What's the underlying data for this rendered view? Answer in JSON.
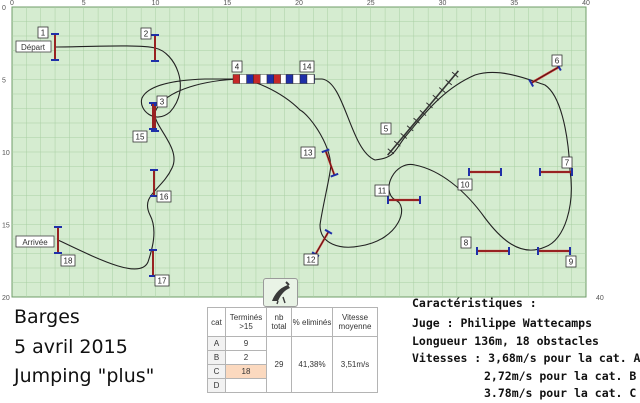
{
  "course": {
    "axis_x_ticks": [
      "0",
      "5",
      "10",
      "15",
      "20",
      "25",
      "30",
      "35",
      "40"
    ],
    "axis_y_ticks": [
      "0",
      "5",
      "10",
      "15",
      "20"
    ],
    "start_label": "Départ",
    "finish_label": "Arrivée",
    "obstacles": [
      {
        "num": "1",
        "type": "vertical"
      },
      {
        "num": "2",
        "type": "vertical"
      },
      {
        "num": "3",
        "type": "vertical"
      },
      {
        "num": "4",
        "type": "wall"
      },
      {
        "num": "5",
        "type": "triple-bar"
      },
      {
        "num": "6",
        "type": "oxer"
      },
      {
        "num": "7",
        "type": "oxer"
      },
      {
        "num": "8",
        "type": "oxer"
      },
      {
        "num": "9",
        "type": "oxer"
      },
      {
        "num": "10",
        "type": "oxer"
      },
      {
        "num": "11",
        "type": "oxer"
      },
      {
        "num": "12",
        "type": "vertical"
      },
      {
        "num": "13",
        "type": "vertical"
      },
      {
        "num": "14",
        "type": "wall"
      },
      {
        "num": "15",
        "type": "vertical"
      },
      {
        "num": "16",
        "type": "vertical"
      },
      {
        "num": "17",
        "type": "vertical"
      },
      {
        "num": "18",
        "type": "vertical"
      }
    ]
  },
  "title": {
    "place": "Barges",
    "date": "5 avril 2015",
    "event": "Jumping \"plus\""
  },
  "results": {
    "headers": {
      "cat": "cat",
      "finished": "Terminés >15",
      "total": "nb total",
      "pct": "% eliminés",
      "speed": "Vitesse moyenne"
    },
    "rows": [
      {
        "cat": "A",
        "finished": "9"
      },
      {
        "cat": "B",
        "finished": "2"
      },
      {
        "cat": "C",
        "finished": "18"
      },
      {
        "cat": "D",
        "finished": ""
      }
    ],
    "total": "29",
    "pct_eliminated": "41,38%",
    "avg_speed": "3,51m/s"
  },
  "characteristics": {
    "title": "Caractéristiques :",
    "judge": "Juge : Philippe Wattecamps",
    "length": "Longueur 136m, 18 obstacles",
    "speed_a": "Vitesses : 3,68m/s pour la cat. A",
    "speed_b": "2,72m/s pour la cat. B",
    "speed_c": "3.78m/s pour la cat. C"
  },
  "colors": {
    "field": "#d5ecd0",
    "grid": "#a9cfa3",
    "path": "#222222",
    "pole_red": "#c62828",
    "pole_blue": "#1f2fa8",
    "table_highlight": "#fbd9bf"
  }
}
